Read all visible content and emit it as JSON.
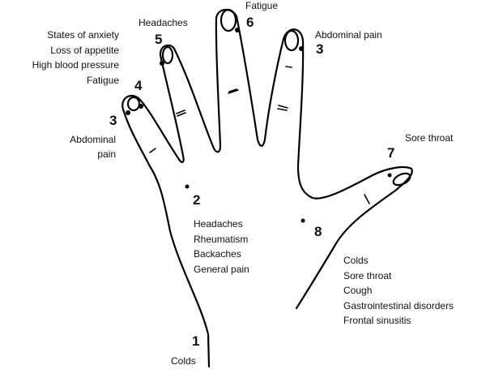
{
  "points": [
    {
      "number": "1",
      "conditions": [
        "Colds"
      ]
    },
    {
      "number": "2",
      "conditions": [
        "Headaches",
        "Rheumatism",
        "Backaches",
        "General pain"
      ]
    },
    {
      "number": "3",
      "label": "left",
      "conditions": [
        "Abdominal",
        "pain"
      ]
    },
    {
      "number": "3",
      "label": "right",
      "conditions": [
        "Abdominal  pain"
      ]
    },
    {
      "number": "4",
      "conditions": [
        "States of anxiety",
        "Loss of appetite",
        "High blood pressure",
        "Fatigue"
      ]
    },
    {
      "number": "5",
      "conditions": [
        "Headaches"
      ]
    },
    {
      "number": "6",
      "conditions": [
        "Fatigue"
      ]
    },
    {
      "number": "7",
      "conditions": [
        "Sore throat"
      ]
    },
    {
      "number": "8",
      "conditions": [
        "Colds",
        "Sore throat",
        "Cough",
        "Gastrointestinal disorders",
        "Frontal sinusitis"
      ]
    }
  ],
  "colors": {
    "line": "#000000",
    "text": "#111111"
  }
}
